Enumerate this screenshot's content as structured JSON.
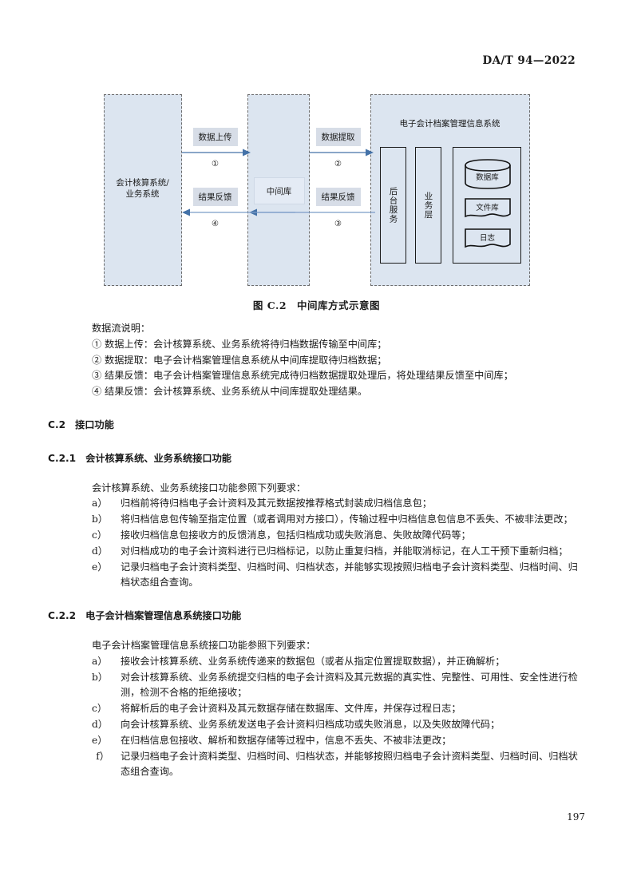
{
  "header": {
    "standard_code": "DA/T 94—2022"
  },
  "figure": {
    "caption": "图 C.2　中间库方式示意图",
    "left_box": {
      "title_line1": "会计核算系统/",
      "title_line2": "业务系统"
    },
    "middle_box": {
      "title": "中间库"
    },
    "right_box": {
      "title": "电子会计档案管理信息系统",
      "backend_label": "后台服务",
      "business_label": "业务层",
      "storage": [
        {
          "name": "database-cylinder",
          "label": "数据库"
        },
        {
          "name": "file-store-document",
          "label": "文件库"
        },
        {
          "name": "log-document",
          "label": "日志"
        }
      ]
    },
    "flows": [
      {
        "tag": "数据上传",
        "number": "①"
      },
      {
        "tag": "结果反馈",
        "number": "④"
      },
      {
        "tag": "数据提取",
        "number": "②"
      },
      {
        "tag": "结果反馈",
        "number": "③"
      }
    ],
    "colors": {
      "box_fill": "#dce5f0",
      "tag_fill": "#d7dde7",
      "arrow": "#4472a8",
      "dash_border": "#6b6b6b"
    }
  },
  "dataflow": {
    "heading": "数据流说明：",
    "items": [
      "① 数据上传：会计核算系统、业务系统将待归档数据传输至中间库；",
      "② 数据提取：电子会计档案管理信息系统从中间库提取待归档数据；",
      "③ 结果反馈：电子会计档案管理信息系统完成待归档数据提取处理后，将处理结果反馈至中间库；",
      "④ 结果反馈：会计核算系统、业务系统从中间库提取处理结果。"
    ]
  },
  "section_c2": {
    "number": "C.2",
    "title": "接口功能"
  },
  "section_c21": {
    "number": "C.2.1",
    "title": "会计核算系统、业务系统接口功能",
    "lead": "会计核算系统、业务系统接口功能参照下列要求：",
    "items": [
      {
        "marker": "a）",
        "text": "归档前将待归档电子会计资料及其元数据按推荐格式封装成归档信息包；"
      },
      {
        "marker": "b）",
        "text": "将归档信息包传输至指定位置（或者调用对方接口），传输过程中归档信息包信息不丢失、不被非法更改；"
      },
      {
        "marker": "c）",
        "text": "接收归档信息包接收方的反馈消息，包括归档成功或失败消息、失败故障代码等；"
      },
      {
        "marker": "d）",
        "text": "对归档成功的电子会计资料进行已归档标记，以防止重复归档，并能取消标记，在人工干预下重新归档；"
      },
      {
        "marker": "e）",
        "text": "记录归档电子会计资料类型、归档时间、归档状态，并能够实现按照归档电子会计资料类型、归档时间、归档状态组合查询。"
      }
    ]
  },
  "section_c22": {
    "number": "C.2.2",
    "title": "电子会计档案管理信息系统接口功能",
    "lead": "电子会计档案管理信息系统接口功能参照下列要求：",
    "items": [
      {
        "marker": "a）",
        "text": "接收会计核算系统、业务系统传递来的数据包（或者从指定位置提取数据），并正确解析；"
      },
      {
        "marker": "b）",
        "text": "对会计核算系统、业务系统提交归档的电子会计资料及其元数据的真实性、完整性、可用性、安全性进行检测，检测不合格的拒绝接收；"
      },
      {
        "marker": "c）",
        "text": "将解析后的电子会计资料及其元数据存储在数据库、文件库，并保存过程日志；"
      },
      {
        "marker": "d）",
        "text": "向会计核算系统、业务系统发送电子会计资料归档成功或失败消息，以及失败故障代码；"
      },
      {
        "marker": "e）",
        "text": "在归档信息包接收、解析和数据存储等过程中，信息不丢失、不被非法更改；"
      }
    ],
    "last_item": {
      "marker": "f）",
      "text": "记录归档电子会计资料类型、归档时间、归档状态，并能够按照归档电子会计资料类型、归档时间、归档状态组合查询。"
    }
  },
  "footer": {
    "page_number": "197"
  }
}
